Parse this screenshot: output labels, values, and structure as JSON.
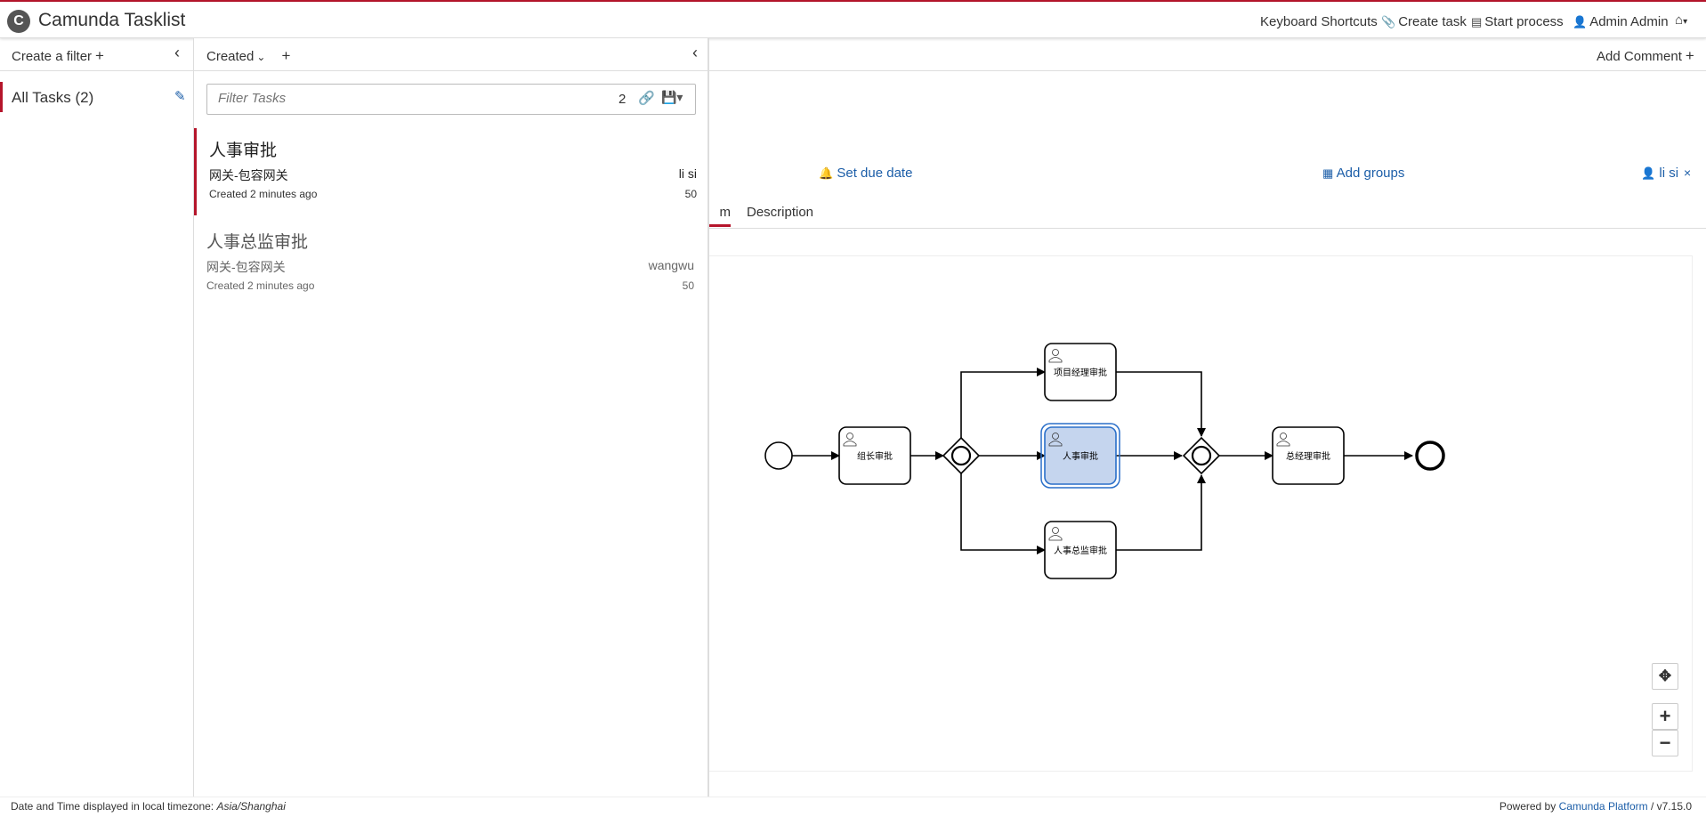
{
  "app": {
    "title": "Camunda Tasklist",
    "logo_letter": "C",
    "accent_color": "#b5152b",
    "link_color": "#1c5ea8"
  },
  "header": {
    "keyboard_shortcuts": "Keyboard Shortcuts",
    "create_task": "Create task",
    "start_process": "Start process",
    "user": "Admin Admin",
    "home_icon": "home-icon"
  },
  "filters": {
    "create_label": "Create a filter",
    "items": [
      {
        "label": "All Tasks (2)"
      }
    ]
  },
  "task_list": {
    "sort_label": "Created",
    "search_placeholder": "Filter Tasks",
    "count": "2",
    "tasks": [
      {
        "name": "人事审批",
        "process": "网关-包容网关",
        "assignee": "li si",
        "created": "Created 2 minutes ago",
        "priority": "50",
        "active": true
      },
      {
        "name": "人事总监审批",
        "process": "网关-包容网关",
        "assignee": "wangwu",
        "created": "Created 2 minutes ago",
        "priority": "50",
        "active": false
      }
    ]
  },
  "detail": {
    "add_comment": "Add Comment",
    "set_due_date": "Set due date",
    "add_groups": "Add groups",
    "assignee": "li si",
    "tabs": [
      {
        "label": "Diagram",
        "visible_text": "m",
        "active": true
      },
      {
        "label": "Description",
        "active": false
      }
    ]
  },
  "diagram": {
    "tasks": {
      "zuzhang": "组长审批",
      "xiangmu": "项目经理审批",
      "renshi": "人事审批",
      "renshi_zongjian": "人事总监审批",
      "zongjingli": "总经理审批"
    },
    "highlight_color": "#c5d5ee",
    "highlight_border": "#2a6fc9"
  },
  "footer": {
    "timezone_prefix": "Date and Time displayed in local timezone:",
    "timezone": "Asia/Shanghai",
    "powered_prefix": "Powered by",
    "powered_brand": "Camunda Platform",
    "version": "/ v7.15.0"
  }
}
